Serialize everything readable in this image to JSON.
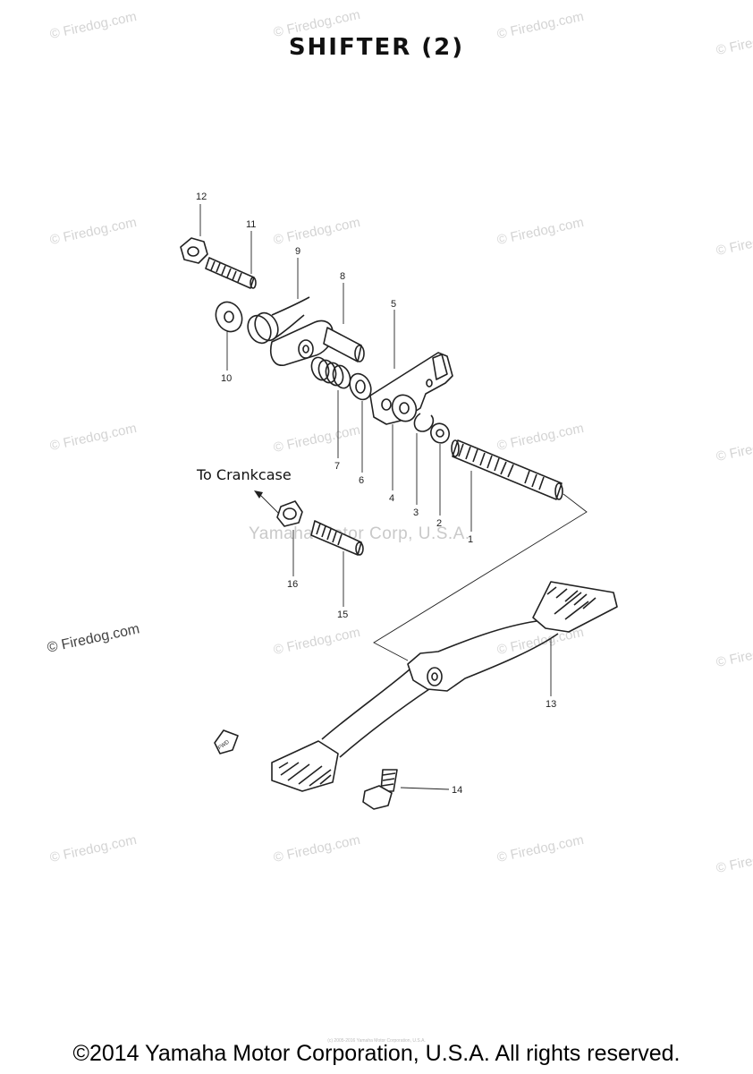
{
  "title": "SHIFTER (2)",
  "watermark": "© Firedog.com",
  "center_watermark": "Yamaha Motor Corp, U.S.A.",
  "destination_label": "To Crankcase",
  "fwd_label": "FWD",
  "footer": "©2014 Yamaha Motor Corporation, U.S.A. All rights reserved.",
  "tiny_footer": "(c) 2005-2016 Yamaha Motor Corporation, U.S.A.",
  "callouts": {
    "p1": "1",
    "p2": "2",
    "p3": "3",
    "p4": "4",
    "p5": "5",
    "p6": "6",
    "p7": "7",
    "p8": "8",
    "p9": "9",
    "p10": "10",
    "p11": "11",
    "p12": "12",
    "p13": "13",
    "p14": "14",
    "p15": "15",
    "p16": "16"
  }
}
